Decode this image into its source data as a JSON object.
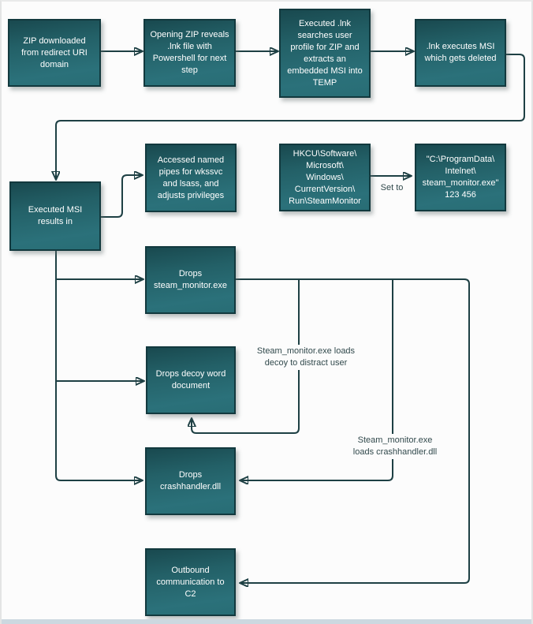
{
  "diagram": {
    "nodes": [
      {
        "id": "zip-downloaded",
        "label": "ZIP downloaded\nfrom redirect URI\ndomain"
      },
      {
        "id": "opening-zip",
        "label": "Opening ZIP reveals\n.lnk file with\nPowershell for next\nstep"
      },
      {
        "id": "executed-lnk-searches",
        "label": "Executed .lnk\nsearches user\nprofile for ZIP and\nextracts an\nembedded MSI into\nTEMP"
      },
      {
        "id": "lnk-executes-msi",
        "label": ".lnk executes MSI\nwhich gets deleted"
      },
      {
        "id": "executed-msi-results",
        "label": "Executed MSI\nresults in"
      },
      {
        "id": "accessed-named-pipes",
        "label": "Accessed named\npipes for wkssvc\nand lsass, and\nadjusts privileges"
      },
      {
        "id": "registry-run-key",
        "label": "HKCU\\Software\\\nMicrosoft\\\nWindows\\\nCurrentVersion\\\nRun\\SteamMonitor"
      },
      {
        "id": "programdata-path",
        "label": "\"C:\\ProgramData\\\nIntelnet\\\nsteam_monitor.exe\"\n123 456"
      },
      {
        "id": "drops-steam-monitor",
        "label": "Drops\nsteam_monitor.exe"
      },
      {
        "id": "drops-decoy-word",
        "label": "Drops decoy word\ndocument"
      },
      {
        "id": "drops-crashhandler",
        "label": "Drops\ncrashhandler.dll"
      },
      {
        "id": "outbound-c2",
        "label": "Outbound\ncommunication to\nC2"
      }
    ],
    "edge_labels": {
      "set_to": "Set to"
    },
    "annotations": [
      {
        "id": "decoy-note",
        "text": "Steam_monitor.exe loads\ndecoy to distract user"
      },
      {
        "id": "crashhandler-note",
        "text": "Steam_monitor.exe\nloads crashhandler.dll"
      }
    ],
    "colors": {
      "node_fill_top": "#19494f",
      "node_fill_bottom": "#2b717a",
      "node_border": "#12393e",
      "connector": "#1e4044",
      "annotation_text": "#31494c",
      "background": "#fcfcfc",
      "bottom_bar": "#ccd8e0"
    }
  }
}
